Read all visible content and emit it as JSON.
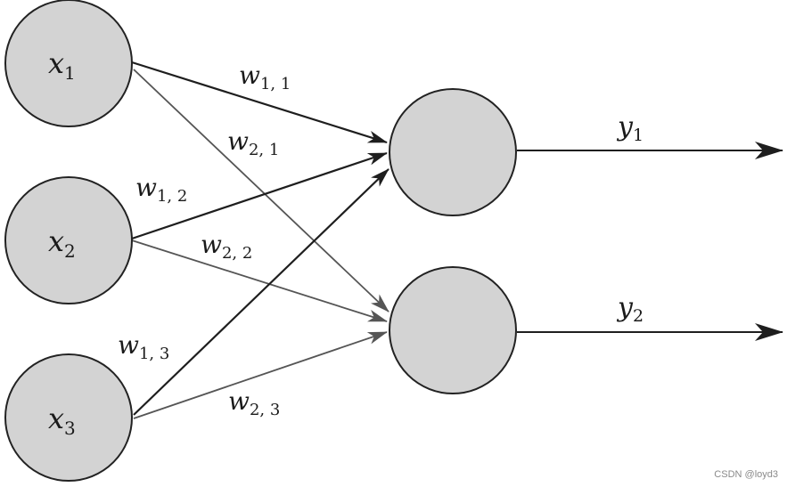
{
  "inputs": [
    {
      "var": "x",
      "sub": "1"
    },
    {
      "var": "x",
      "sub": "2"
    },
    {
      "var": "x",
      "sub": "3"
    }
  ],
  "outputs": [
    {
      "var": "y",
      "sub": "1"
    },
    {
      "var": "y",
      "sub": "2"
    }
  ],
  "weights": {
    "w11": {
      "var": "w",
      "sub": "1, 1"
    },
    "w21": {
      "var": "w",
      "sub": "2, 1"
    },
    "w12": {
      "var": "w",
      "sub": "1, 2"
    },
    "w22": {
      "var": "w",
      "sub": "2, 2"
    },
    "w13": {
      "var": "w",
      "sub": "1, 3"
    },
    "w23": {
      "var": "w",
      "sub": "2, 3"
    }
  },
  "watermark": "CSDN @loyd3",
  "colors": {
    "node_fill": "#d3d3d3",
    "node_stroke": "#222222",
    "edge_dark": "#1e1e1e",
    "edge_light": "#555555"
  }
}
